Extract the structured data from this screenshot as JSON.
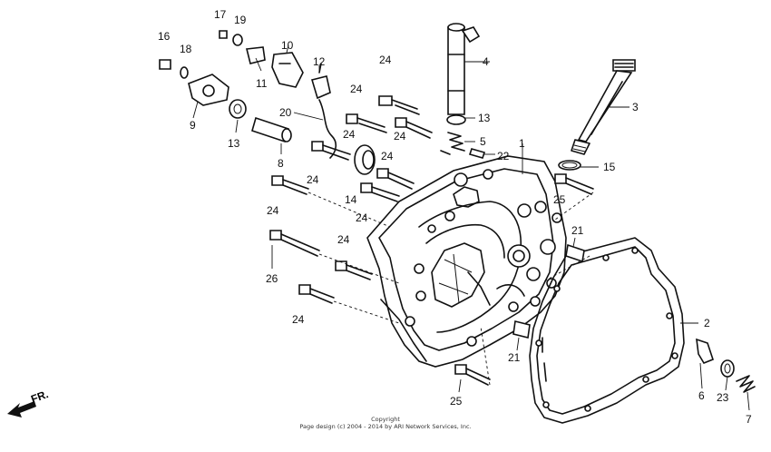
{
  "callouts": [
    {
      "label": "17"
    },
    {
      "label": "19"
    },
    {
      "label": "16"
    },
    {
      "label": "18"
    },
    {
      "label": "10"
    },
    {
      "label": "11"
    },
    {
      "label": "12"
    },
    {
      "label": "9"
    },
    {
      "label": "13"
    },
    {
      "label": "20"
    },
    {
      "label": "8"
    },
    {
      "label": "24"
    },
    {
      "label": "24"
    },
    {
      "label": "24"
    },
    {
      "label": "24"
    },
    {
      "label": "24"
    },
    {
      "label": "24"
    },
    {
      "label": "24"
    },
    {
      "label": "24"
    },
    {
      "label": "24"
    },
    {
      "label": "14"
    },
    {
      "label": "26"
    },
    {
      "label": "4"
    },
    {
      "label": "13"
    },
    {
      "label": "5"
    },
    {
      "label": "22"
    },
    {
      "label": "3"
    },
    {
      "label": "1"
    },
    {
      "label": "15"
    },
    {
      "label": "25"
    },
    {
      "label": "21"
    },
    {
      "label": "21"
    },
    {
      "label": "2"
    },
    {
      "label": "25"
    },
    {
      "label": "6"
    },
    {
      "label": "23"
    },
    {
      "label": "7"
    }
  ],
  "direction_label": "FR.",
  "copyright": {
    "line1": "Copyright",
    "line2": "Page design (c) 2004 - 2014 by ARI Network Services, Inc."
  }
}
